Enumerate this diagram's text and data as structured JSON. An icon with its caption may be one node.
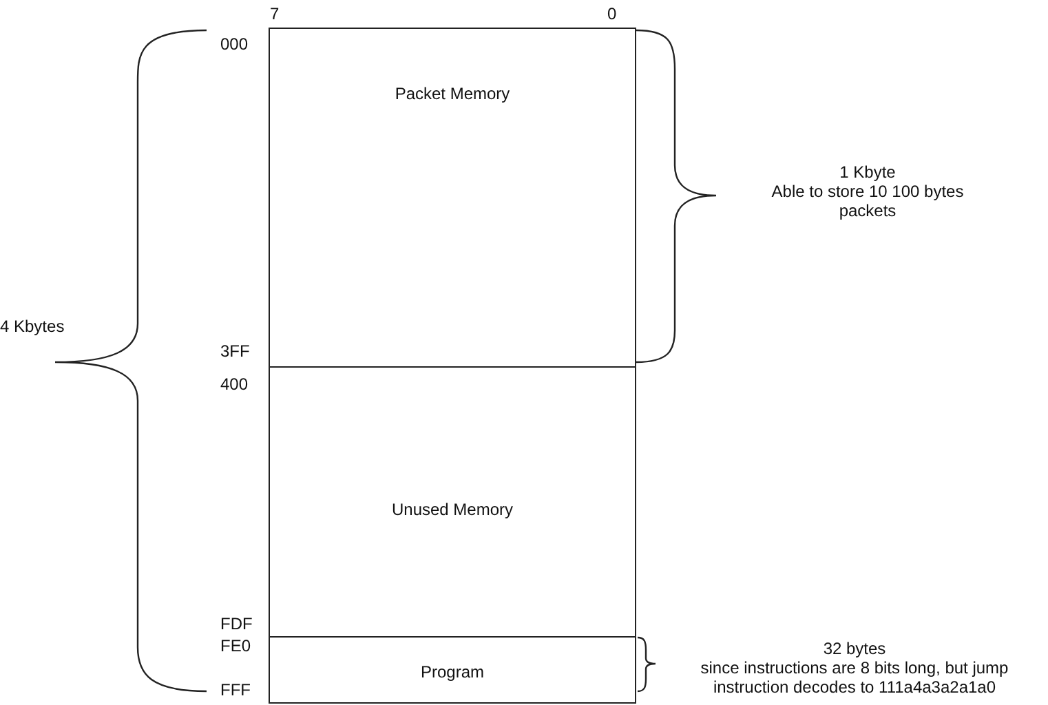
{
  "diagram": {
    "nodes": [
      {
        "text": [
          "Packet Memory"
        ]
      },
      {
        "text": [
          "Unused Memory"
        ]
      },
      {
        "text": [
          "Program"
        ]
      }
    ],
    "labels": [
      "7",
      "0",
      "000",
      "1 Kbyte",
      "Able to store 10 100 bytes packets",
      "4 Kbytes",
      "3FF",
      "400",
      "FDF",
      "FE0",
      "32 bytes",
      "since instructions are 8 bits long, but jump instruction decodes to 111a4a3a2a1a0",
      "FFF"
    ]
  }
}
